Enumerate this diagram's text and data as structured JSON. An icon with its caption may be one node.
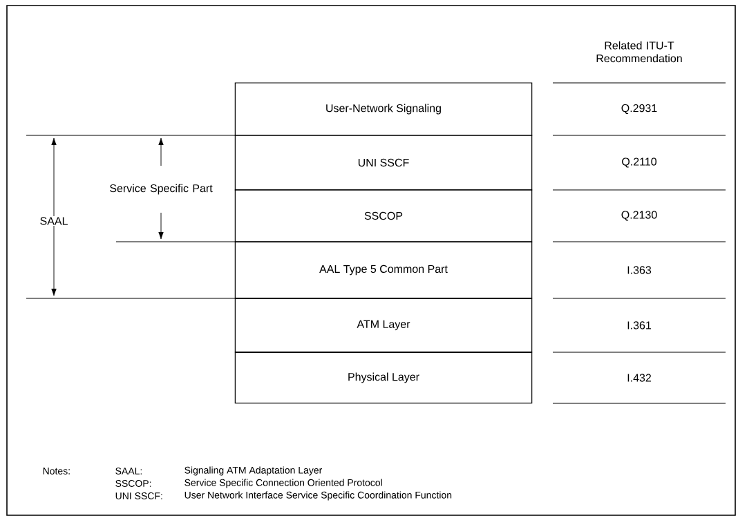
{
  "diagram": {
    "nodes": [
      {
        "text": [
          "User-Network Signaling"
        ]
      },
      {
        "text": [
          "UNI SSCF"
        ]
      },
      {
        "text": [
          "SSCOP"
        ]
      },
      {
        "text": [
          "AAL Type 5 Common Part"
        ]
      },
      {
        "text": [
          "ATM Layer"
        ]
      },
      {
        "text": [
          "Physical Layer"
        ]
      }
    ],
    "labels": [
      "Related ITU-T Recommendation",
      "Q.2931",
      "Q.2110",
      "Q.2130",
      "I.363",
      "I.361",
      "I.432",
      "SAAL",
      "Service Specific Part",
      "Notes:",
      "SAAL:",
      "Signaling ATM Adaptation Layer",
      "SSCOP:",
      "Service Specific Connection Oriented Protocol",
      "UNI SSCF:",
      "User Network Interface Service Specific Coordination Function"
    ]
  }
}
